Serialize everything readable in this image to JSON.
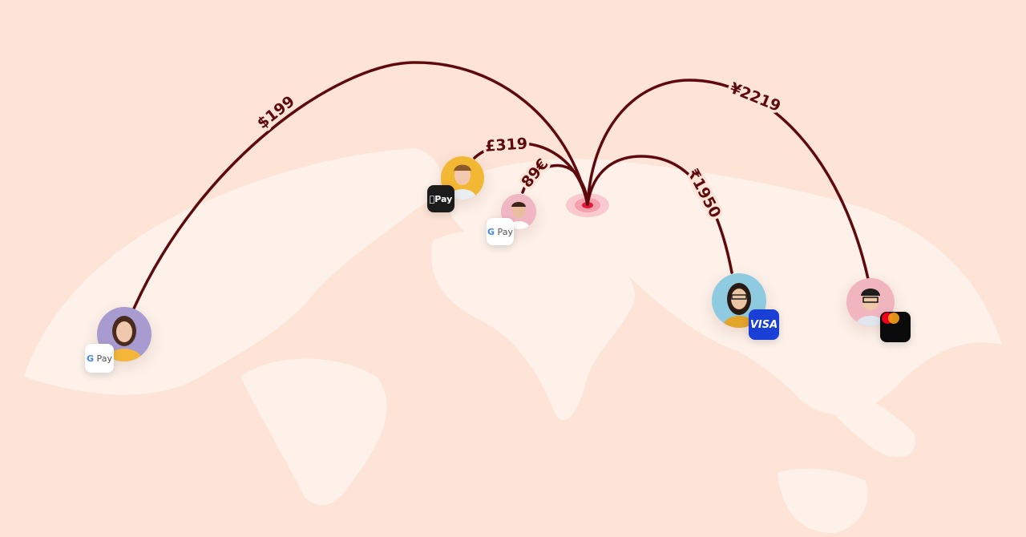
{
  "colors": {
    "background": "#fde4d6",
    "land": "#fdf1ea",
    "arc": "#5e0a0c",
    "hub": "#e5173a"
  },
  "transfers": [
    {
      "amount": "$199",
      "method": "G Pay",
      "avatar_bg": "#a79bd0"
    },
    {
      "amount": "£319",
      "method": "Pay",
      "method_icon": "apple-icon",
      "avatar_bg": "#f2b733"
    },
    {
      "amount": "89€",
      "method": "G Pay",
      "avatar_bg": "#f0b6c4"
    },
    {
      "amount": "₹1950",
      "method": "VISA",
      "avatar_bg": "#8fcbe0"
    },
    {
      "amount": "¥2219",
      "method": "mastercard",
      "avatar_bg": "#f1b5c0"
    }
  ]
}
